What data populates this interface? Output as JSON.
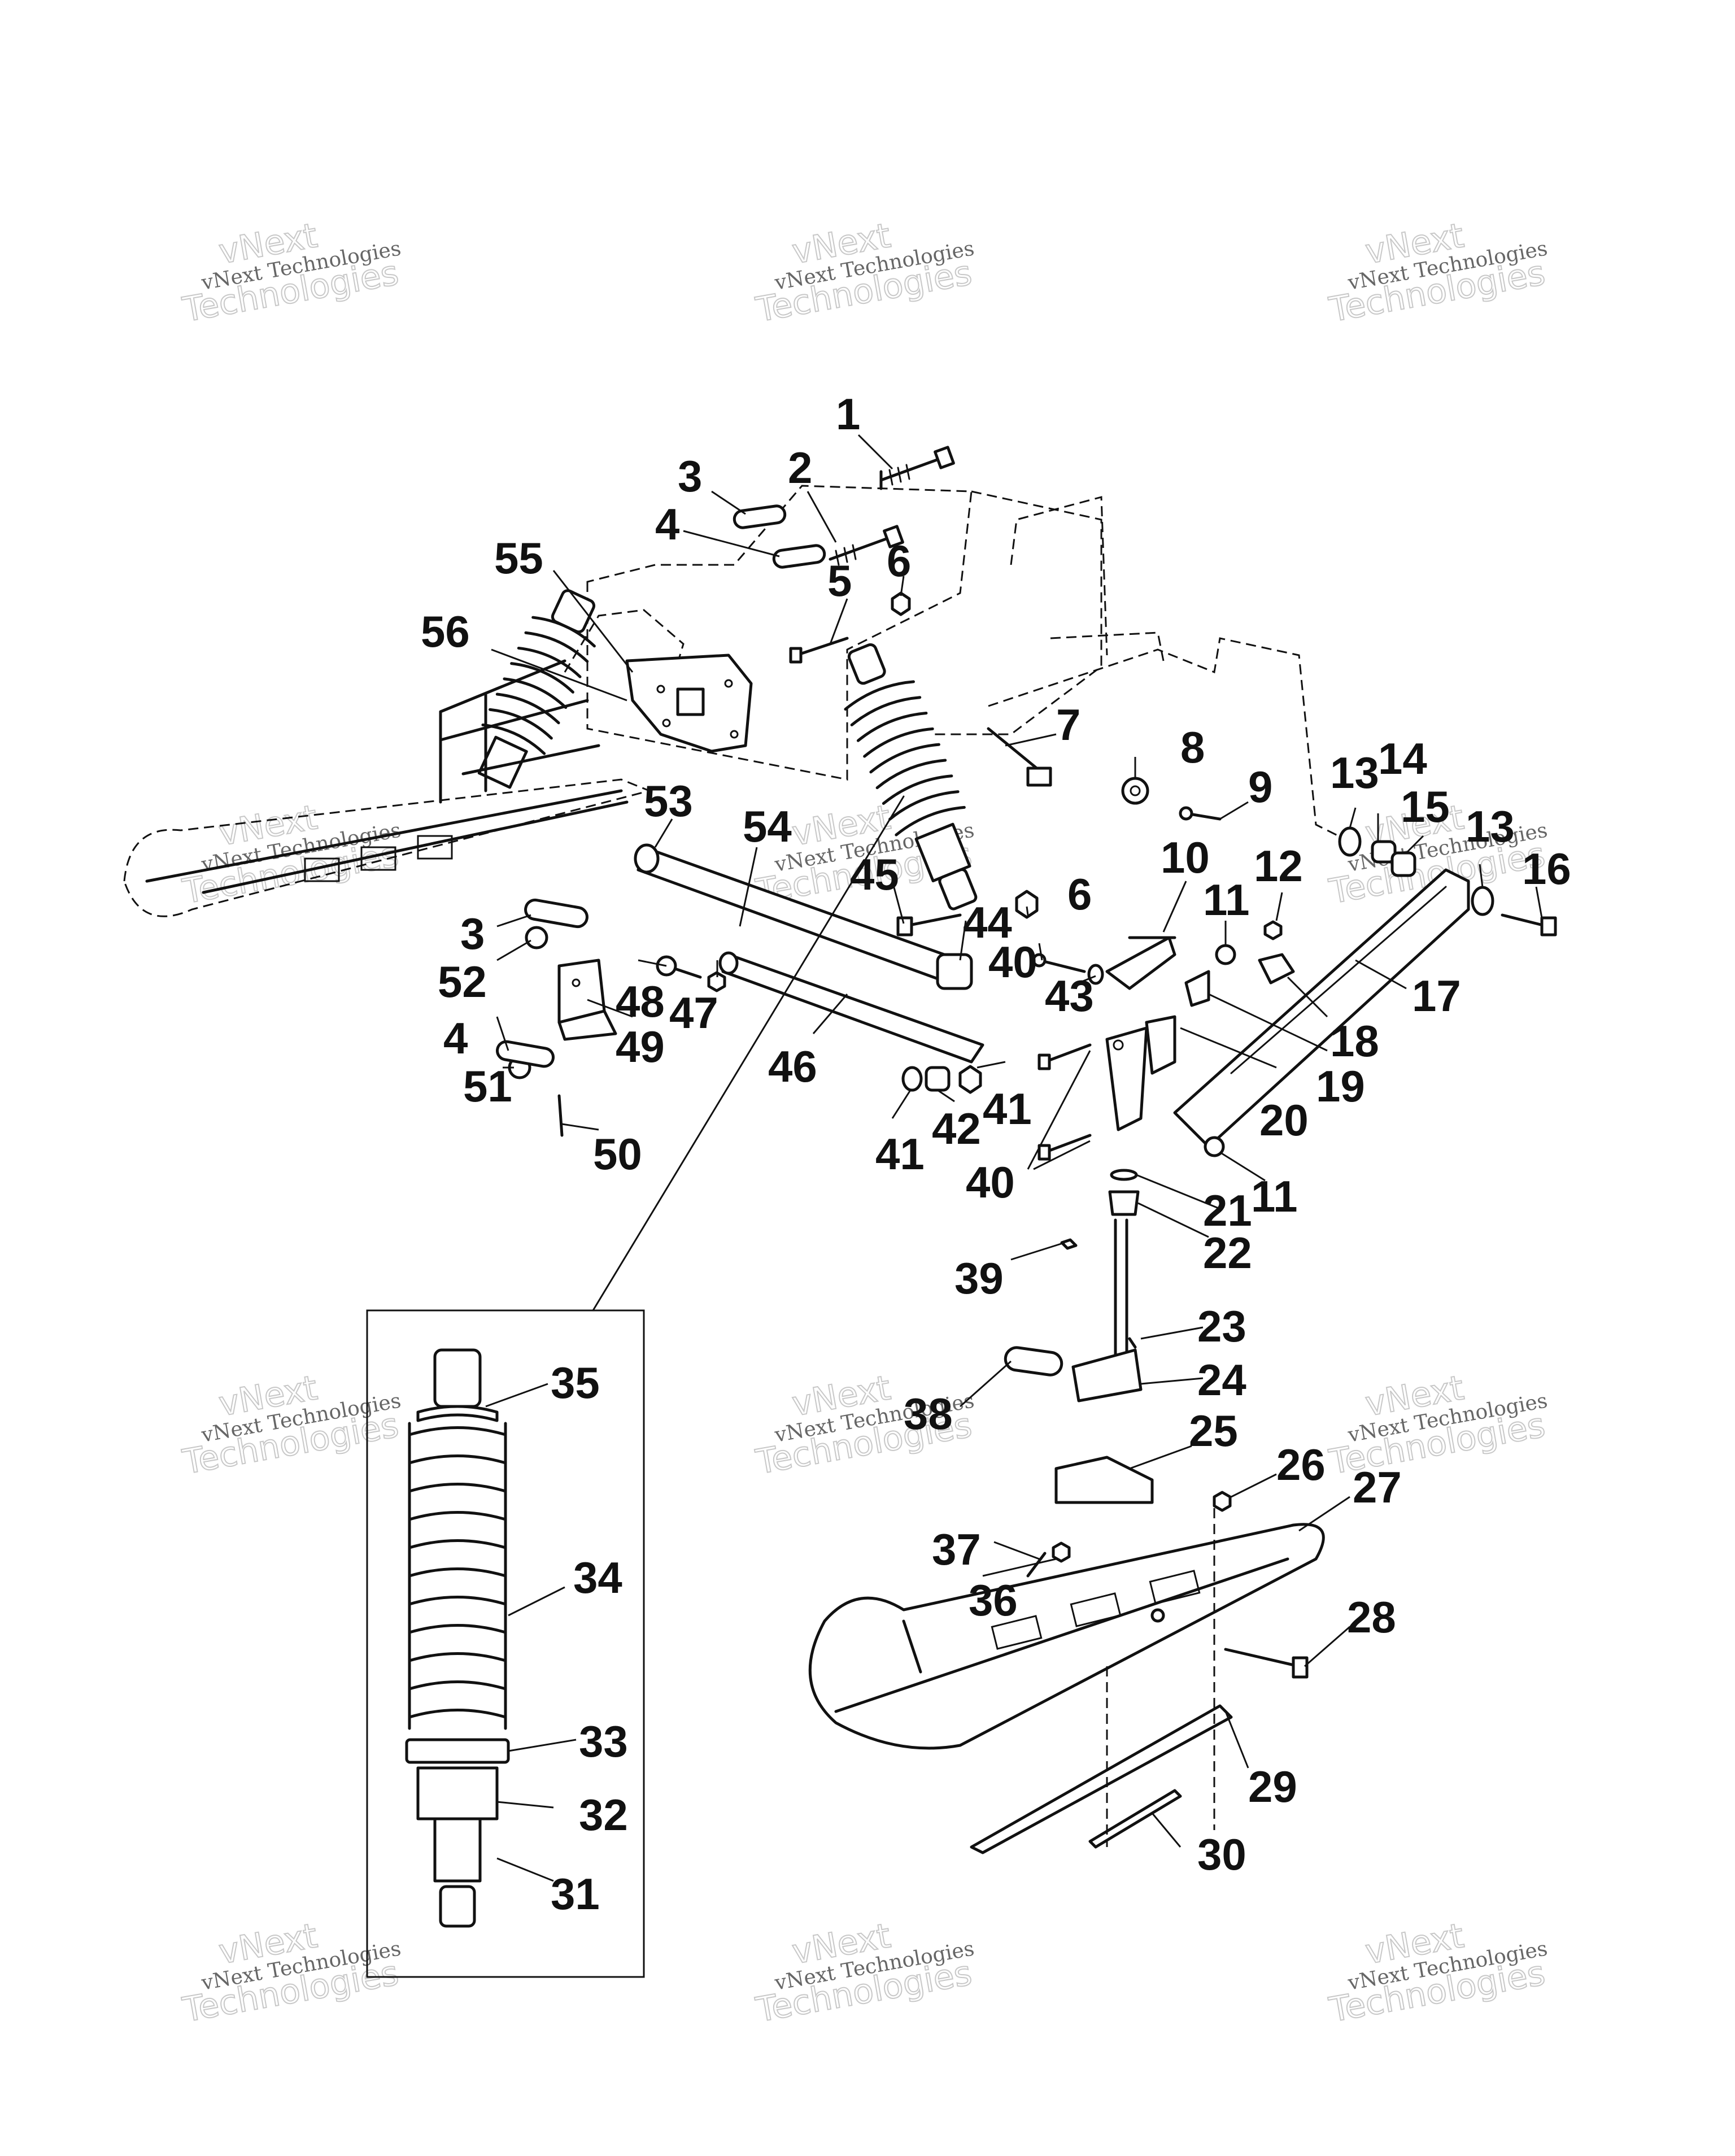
{
  "watermark": {
    "line1": "vNext",
    "line2": "vNext Technologies",
    "line3": "Technologies"
  },
  "callouts": [
    {
      "id": "1",
      "label": "1"
    },
    {
      "id": "2",
      "label": "2"
    },
    {
      "id": "3a",
      "label": "3"
    },
    {
      "id": "4a",
      "label": "4"
    },
    {
      "id": "5",
      "label": "5"
    },
    {
      "id": "6a",
      "label": "6"
    },
    {
      "id": "7",
      "label": "7"
    },
    {
      "id": "8",
      "label": "8"
    },
    {
      "id": "9",
      "label": "9"
    },
    {
      "id": "10",
      "label": "10"
    },
    {
      "id": "11a",
      "label": "11"
    },
    {
      "id": "12",
      "label": "12"
    },
    {
      "id": "13a",
      "label": "13"
    },
    {
      "id": "14",
      "label": "14"
    },
    {
      "id": "15",
      "label": "15"
    },
    {
      "id": "13b",
      "label": "13"
    },
    {
      "id": "16",
      "label": "16"
    },
    {
      "id": "17",
      "label": "17"
    },
    {
      "id": "18",
      "label": "18"
    },
    {
      "id": "19",
      "label": "19"
    },
    {
      "id": "20",
      "label": "20"
    },
    {
      "id": "11b",
      "label": "11"
    },
    {
      "id": "21",
      "label": "21"
    },
    {
      "id": "22",
      "label": "22"
    },
    {
      "id": "23",
      "label": "23"
    },
    {
      "id": "24",
      "label": "24"
    },
    {
      "id": "25",
      "label": "25"
    },
    {
      "id": "26",
      "label": "26"
    },
    {
      "id": "27",
      "label": "27"
    },
    {
      "id": "28",
      "label": "28"
    },
    {
      "id": "29",
      "label": "29"
    },
    {
      "id": "30",
      "label": "30"
    },
    {
      "id": "31",
      "label": "31"
    },
    {
      "id": "32",
      "label": "32"
    },
    {
      "id": "33",
      "label": "33"
    },
    {
      "id": "34",
      "label": "34"
    },
    {
      "id": "35",
      "label": "35"
    },
    {
      "id": "36",
      "label": "36"
    },
    {
      "id": "37",
      "label": "37"
    },
    {
      "id": "38",
      "label": "38"
    },
    {
      "id": "39",
      "label": "39"
    },
    {
      "id": "40a",
      "label": "40"
    },
    {
      "id": "40b",
      "label": "40"
    },
    {
      "id": "41a",
      "label": "41"
    },
    {
      "id": "41b",
      "label": "41"
    },
    {
      "id": "42",
      "label": "42"
    },
    {
      "id": "43",
      "label": "43"
    },
    {
      "id": "44",
      "label": "44"
    },
    {
      "id": "45",
      "label": "45"
    },
    {
      "id": "6b",
      "label": "6"
    },
    {
      "id": "46",
      "label": "46"
    },
    {
      "id": "47",
      "label": "47"
    },
    {
      "id": "48",
      "label": "48"
    },
    {
      "id": "49",
      "label": "49"
    },
    {
      "id": "50",
      "label": "50"
    },
    {
      "id": "51",
      "label": "51"
    },
    {
      "id": "4b",
      "label": "4"
    },
    {
      "id": "52",
      "label": "52"
    },
    {
      "id": "3b",
      "label": "3"
    },
    {
      "id": "53",
      "label": "53"
    },
    {
      "id": "54",
      "label": "54"
    },
    {
      "id": "55",
      "label": "55"
    },
    {
      "id": "56",
      "label": "56"
    }
  ]
}
